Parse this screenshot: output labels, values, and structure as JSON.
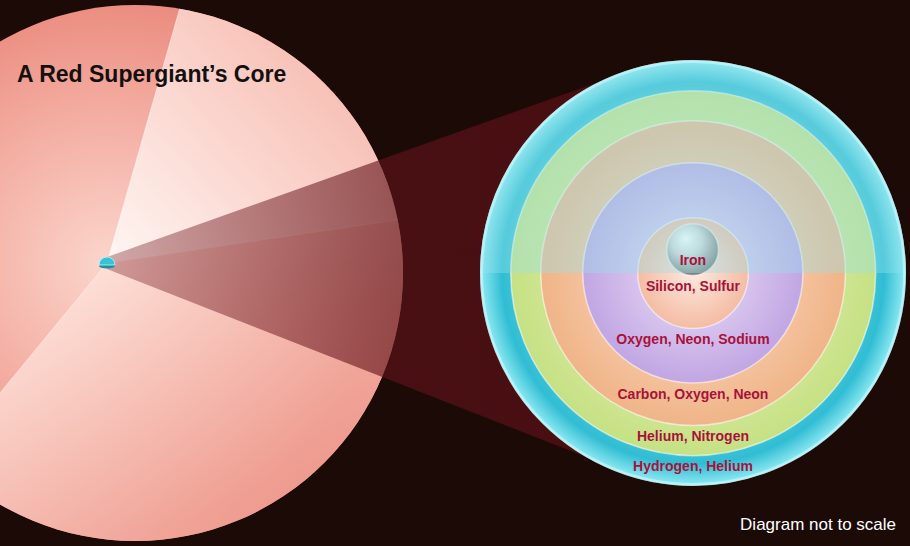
{
  "diagram": {
    "title": "A Red Supergiant’s Core",
    "nodes": [
      {
        "text": [
          "Hydrogen, Helium"
        ]
      },
      {
        "text": [
          "Helium, Nitrogen"
        ],
        "in": 0
      },
      {
        "text": [
          "Carbon, Oxygen, Neon"
        ],
        "in": 1
      },
      {
        "text": [
          "Oxygen, Neon, Sodium"
        ],
        "in": 2
      },
      {
        "text": [
          "Silicon, Sulfur"
        ],
        "in": 3
      },
      {
        "text": [
          "Iron"
        ],
        "in": 4
      }
    ],
    "labels": [
      "Diagram not to scale"
    ]
  }
}
